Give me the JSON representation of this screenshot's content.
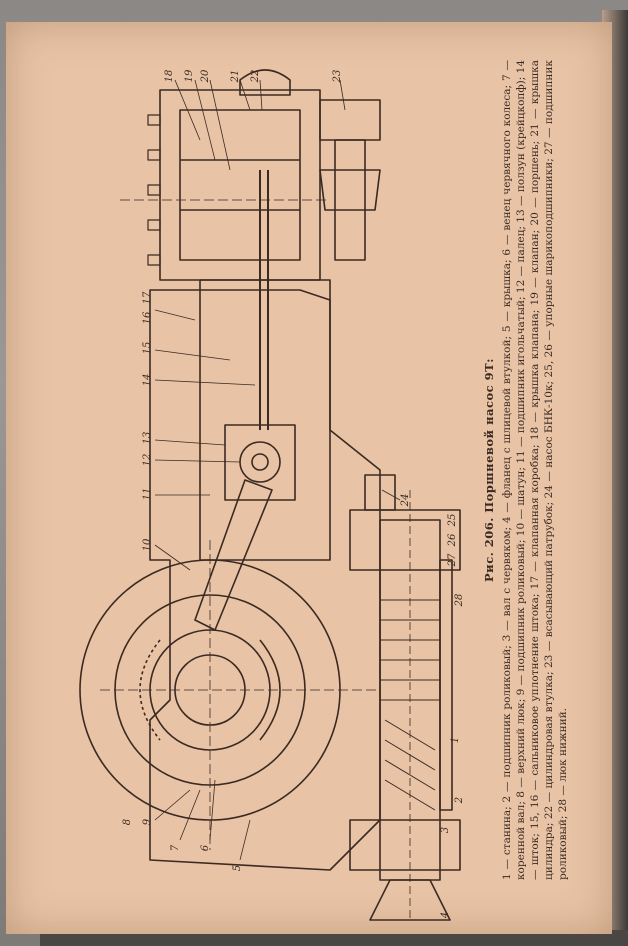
{
  "figure": {
    "title": "Рис. 206. Поршневой насос 9Т:",
    "legend": "1 — станина; 2 — подшипник роликовый; 3 — вал с червяком; 4 — фланец с шлицевой втулкой; 5 — крышка; 6 — венец червячного колеса; 7 — коренной вал; 8 — верхний люк; 9 — подшипник роликовый; 10 — шатун; 11 — подшипник игольчатый; 12 — палец; 13 — ползун (крейцкопф); 14 — шток; 15, 16 — сальниковое уплотнение штока; 17 — клапанная коробка; 18 — крышка клапана; 19 — клапан; 20 — поршень; 21 — крышка цилиндра; 22 — цилиндровая втулка; 23 — всасывающий патрубок; 24 — насос БНК-10к; 25, 26 — упорные шарикоподшипники; 27 — подшипник роликовый; 28 — люк нижний.",
    "callouts": {
      "n1": "1",
      "n2": "2",
      "n3": "3",
      "n4": "4",
      "n5": "5",
      "n6": "6",
      "n7": "7",
      "n8": "8",
      "n9": "9",
      "n10": "10",
      "n11": "11",
      "n12": "12",
      "n13": "13",
      "n14": "14",
      "n15": "15",
      "n16": "16",
      "n17": "17",
      "n18": "18",
      "n19": "19",
      "n20": "20",
      "n21": "21",
      "n22": "22",
      "n23": "23",
      "n24": "24",
      "n25": "25",
      "n26": "26",
      "n27": "27",
      "n28": "28"
    }
  },
  "colors": {
    "paper": "#e8c3a5",
    "ink": "#3a2a22"
  }
}
